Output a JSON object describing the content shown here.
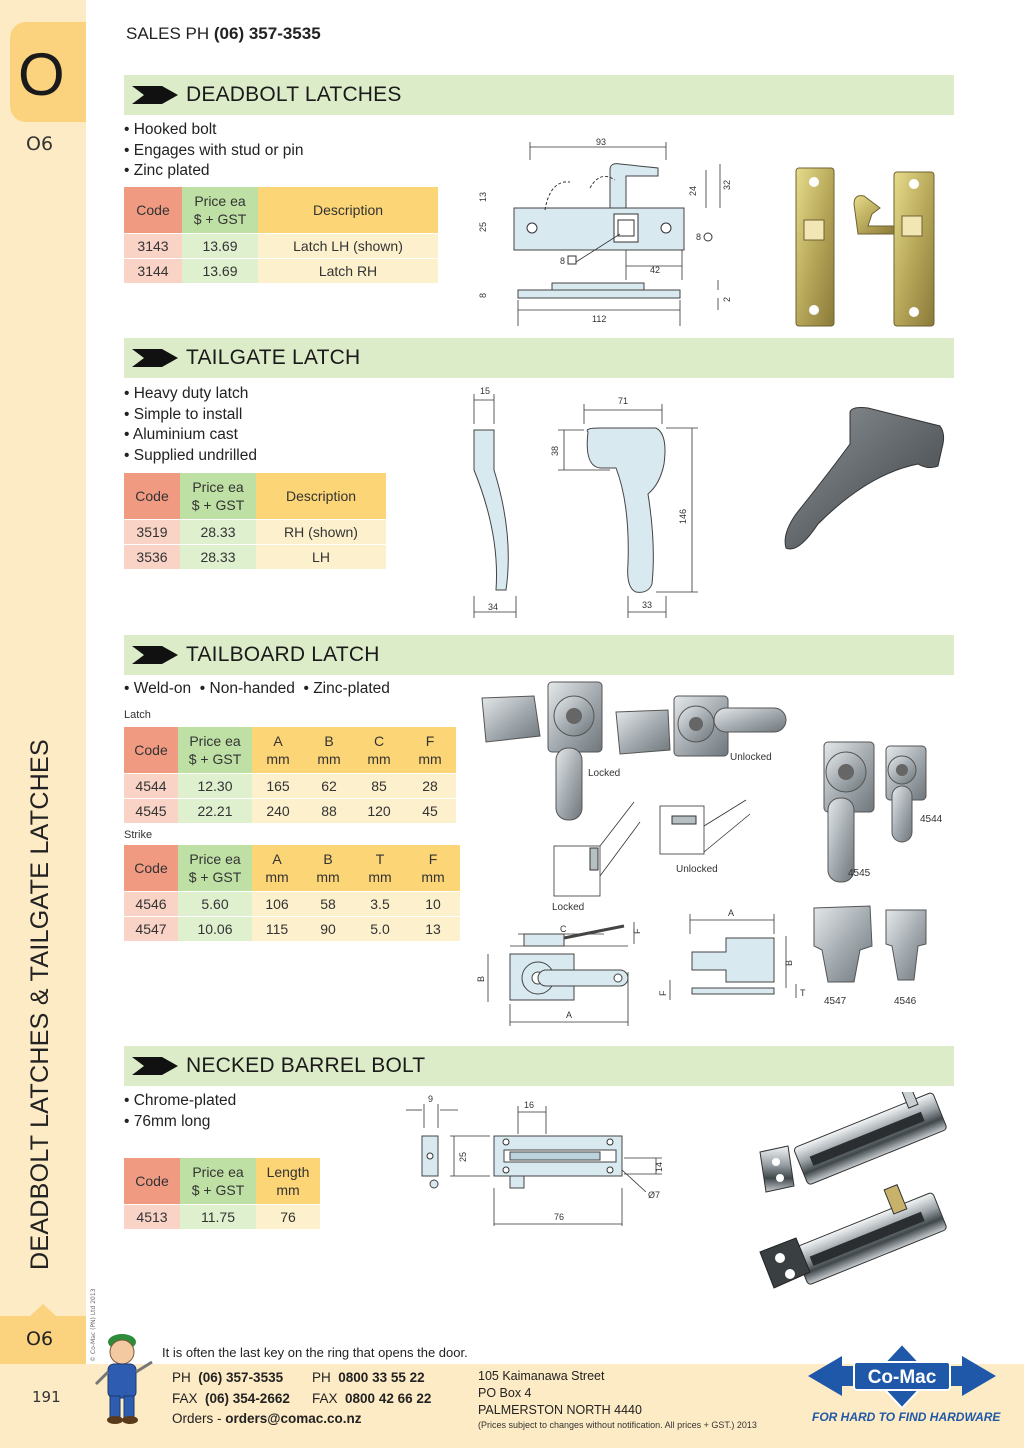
{
  "sidebar": {
    "letter": "O",
    "code_top": "O6",
    "vertical_title": "DEADBOLT LATCHES & TAILGATE LATCHES",
    "code_bottom": "O6",
    "page_number": "191",
    "copyright": "© Co-Mac (PN) Ltd 2013"
  },
  "header": {
    "sales_prefix": "SALES  PH ",
    "sales_phone": "(06) 357-3535"
  },
  "sections": {
    "deadbolt": {
      "title": "DEADBOLT LATCHES",
      "bullets": [
        "Hooked bolt",
        "Engages with stud or pin",
        "Zinc plated"
      ],
      "table": {
        "headers": [
          "Code",
          "Price ea\n$ + GST",
          "Description"
        ],
        "rows": [
          [
            "3143",
            "13.69",
            "Latch LH (shown)"
          ],
          [
            "3144",
            "13.69",
            "Latch RH"
          ]
        ]
      },
      "dims": {
        "d93": "93",
        "d13": "13",
        "d24": "24",
        "d32": "32",
        "d25": "25",
        "d8a": "8",
        "d8b": "8",
        "d8c": "8",
        "d42": "42",
        "d112": "112",
        "d2": "2"
      }
    },
    "tailgate": {
      "title": "TAILGATE LATCH",
      "bullets": [
        "Heavy duty latch",
        "Simple to install",
        "Aluminium cast",
        "Supplied undrilled"
      ],
      "table": {
        "headers": [
          "Code",
          "Price ea\n$ + GST",
          "Description"
        ],
        "rows": [
          [
            "3519",
            "28.33",
            "RH (shown)"
          ],
          [
            "3536",
            "28.33",
            "LH"
          ]
        ]
      },
      "dims": {
        "d15": "15",
        "d71": "71",
        "d38": "38",
        "d146": "146",
        "d34": "34",
        "d33": "33"
      }
    },
    "tailboard": {
      "title": "TAILBOARD LATCH",
      "bullets_inline": [
        "Weld-on",
        "Non-handed",
        "Zinc-plated"
      ],
      "latch_label": "Latch",
      "strike_label": "Strike",
      "latch_table": {
        "headers": [
          "Code",
          "Price ea\n$ + GST",
          "A\nmm",
          "B\nmm",
          "C\nmm",
          "F\nmm"
        ],
        "rows": [
          [
            "4544",
            "12.30",
            "165",
            "62",
            "85",
            "28"
          ],
          [
            "4545",
            "22.21",
            "240",
            "88",
            "120",
            "45"
          ]
        ]
      },
      "strike_table": {
        "headers": [
          "Code",
          "Price ea\n$ + GST",
          "A\nmm",
          "B\nmm",
          "T\nmm",
          "F\nmm"
        ],
        "rows": [
          [
            "4546",
            "5.60",
            "106",
            "58",
            "3.5",
            "10"
          ],
          [
            "4547",
            "10.06",
            "115",
            "90",
            "5.0",
            "13"
          ]
        ]
      },
      "figure_labels": {
        "locked1": "Locked",
        "unlocked1": "Unlocked",
        "unlocked2": "Unlocked",
        "locked2": "Locked",
        "p4544": "4544",
        "p4545": "4545",
        "p4547": "4547",
        "p4546": "4546",
        "dA1": "A",
        "dB1": "B",
        "dC": "C",
        "dF1": "F",
        "dA2": "A",
        "dB2": "B",
        "dF2": "F",
        "dT": "T"
      }
    },
    "barrel": {
      "title": "NECKED BARREL BOLT",
      "bullets": [
        "Chrome-plated",
        "76mm long"
      ],
      "table": {
        "headers": [
          "Code",
          "Price ea\n$ + GST",
          "Length\nmm"
        ],
        "rows": [
          [
            "4513",
            "11.75",
            "76"
          ]
        ]
      },
      "dims": {
        "d9": "9",
        "d16": "16",
        "d25": "25",
        "d14": "14",
        "d7": "Ø7",
        "d76": "76"
      }
    }
  },
  "footer": {
    "tagline": "It is often the last key on the ring that opens the door.",
    "ph1_label": "PH",
    "ph1": "(06) 357-3535",
    "fax1_label": "FAX",
    "fax1": "(06) 354-2662",
    "ph2_label": "PH",
    "ph2": "0800 33 55 22",
    "fax2_label": "FAX",
    "fax2": "0800 42 66 22",
    "orders_label": "Orders - ",
    "orders": "orders@comac.co.nz",
    "address": [
      "105 Kaimanawa Street",
      "PO Box 4",
      "PALMERSTON NORTH 4440"
    ],
    "disclaimer": "(Prices subject to changes without notification.  All prices + GST.)  2013",
    "logo_text": "Co-Mac",
    "slogan": "FOR HARD TO FIND HARDWARE"
  },
  "colors": {
    "sidebar": "#fdebc5",
    "tab": "#fbd27e",
    "section_band": "#dcebc8",
    "code_header": "#f09a82",
    "price_header": "#bfe0a5",
    "other_header": "#fcd576",
    "logo_blue": "#1f58a8"
  }
}
